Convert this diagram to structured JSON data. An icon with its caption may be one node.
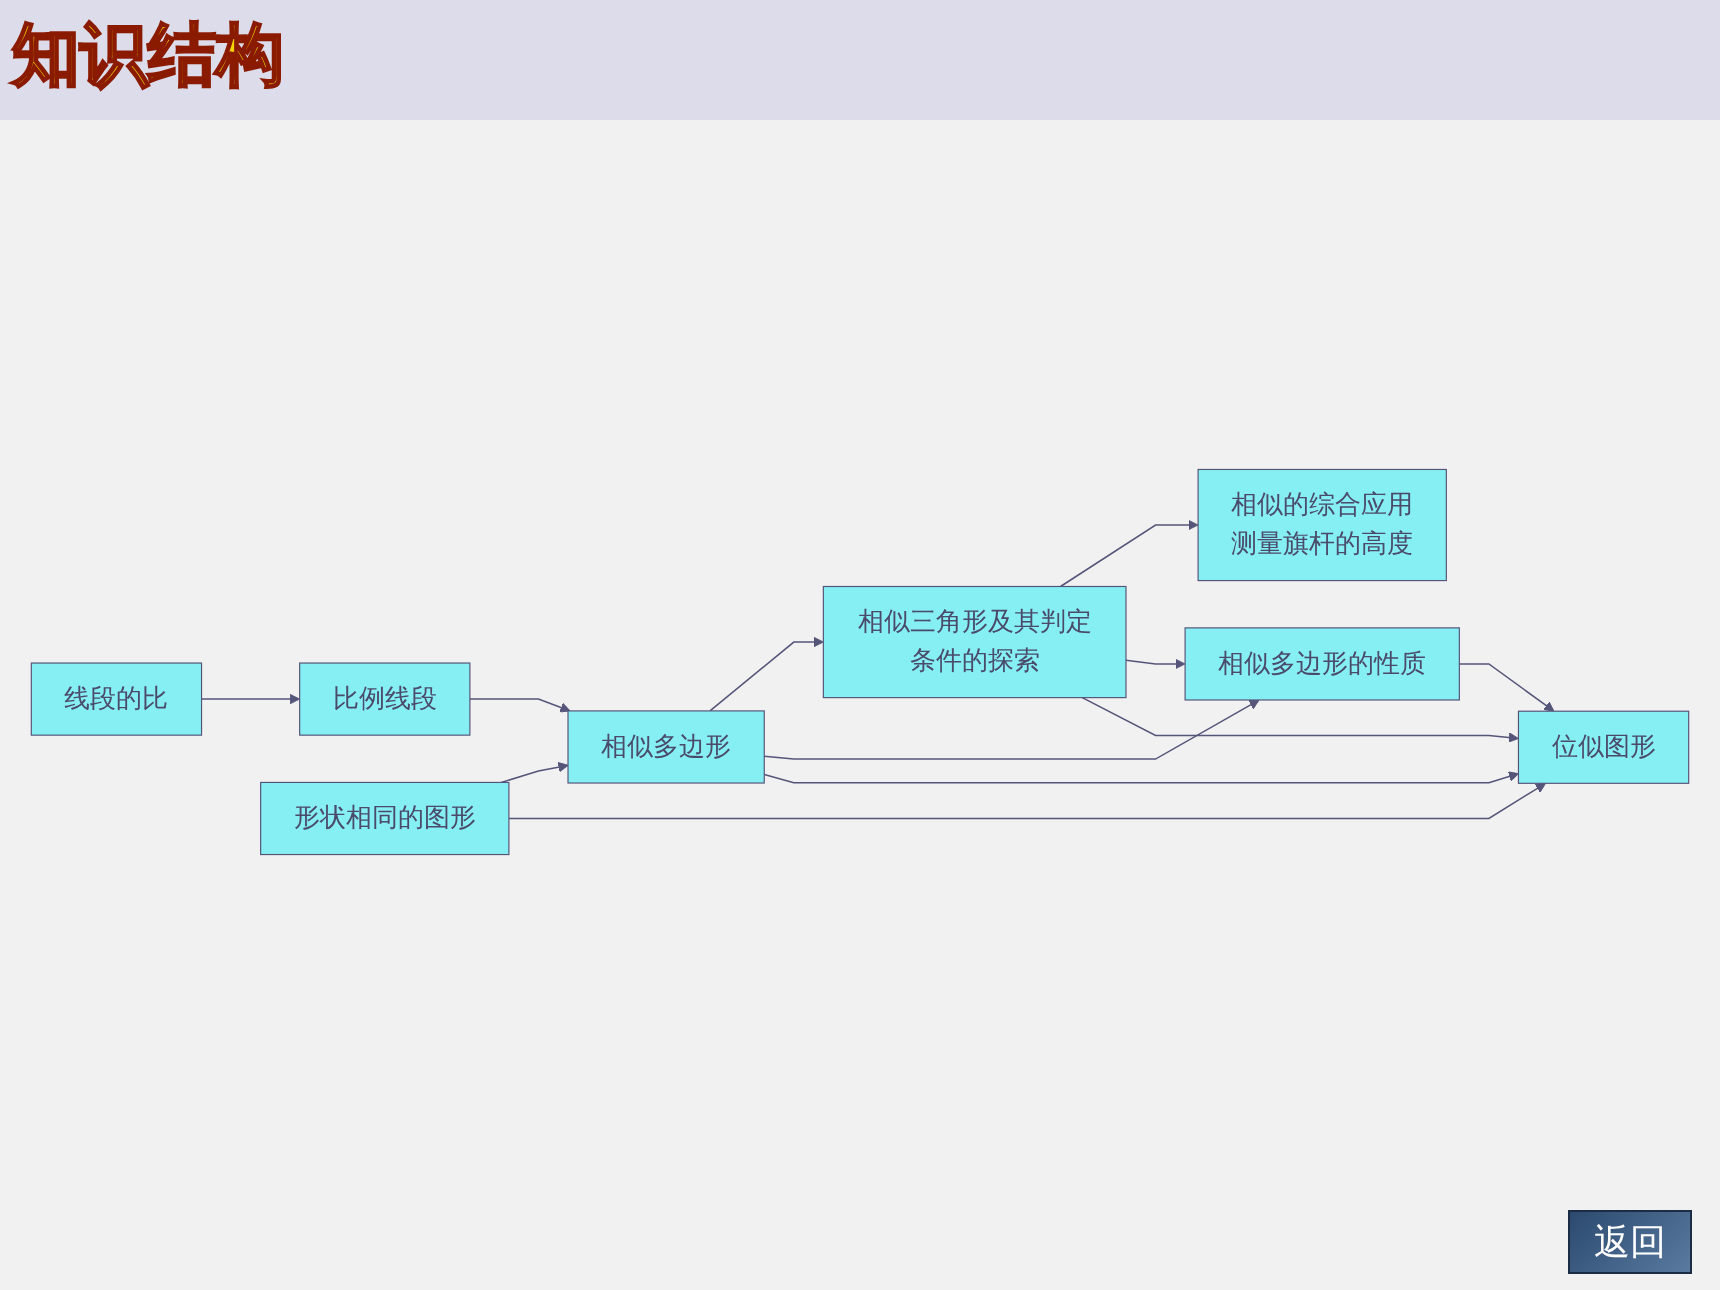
{
  "diagram": {
    "title": "知识结构",
    "nodes": [
      {
        "text": [
          "线段的比"
        ]
      },
      {
        "text": [
          "比例线段"
        ]
      },
      {
        "text": [
          "相似多边形"
        ]
      },
      {
        "text": [
          "相似三角形及其判定条件的探索"
        ]
      },
      {
        "text": [
          "相似的综合应用",
          "测量旗杆的高度"
        ]
      },
      {
        "text": [
          "相似多边形的性质"
        ]
      },
      {
        "text": [
          "位似图形"
        ]
      },
      {
        "text": [
          "形状相同的图形"
        ]
      }
    ],
    "edges": [
      {
        "from": 0,
        "to": 1,
        "arrow": "to"
      },
      {
        "from": 1,
        "to": 2,
        "arrow": "to"
      },
      {
        "from": 7,
        "to": 2,
        "arrow": "to"
      },
      {
        "from": 2,
        "to": 3,
        "arrow": "to"
      },
      {
        "from": 3,
        "to": 4,
        "arrow": "to"
      },
      {
        "from": 2,
        "to": 5,
        "arrow": "to"
      },
      {
        "from": 3,
        "to": 5,
        "arrow": "to"
      },
      {
        "from": 5,
        "to": 6,
        "arrow": "to"
      },
      {
        "from": 7,
        "to": 6,
        "arrow": "to"
      },
      {
        "from": 2,
        "to": 6,
        "arrow": "to"
      },
      {
        "from": 3,
        "to": 6,
        "arrow": "to"
      }
    ],
    "labels": [
      "返回"
    ]
  }
}
